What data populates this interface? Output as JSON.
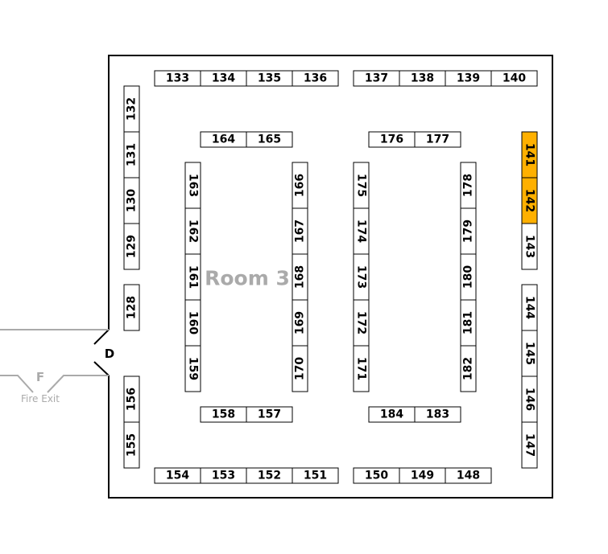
{
  "room": {
    "label": "Room 3"
  },
  "door": {
    "label": "D"
  },
  "fire_exit": {
    "letter": "F",
    "label": "Fire Exit"
  },
  "colors": {
    "highlight": "#FFB000",
    "wall": "#000000",
    "muted": "#AAAAAA"
  },
  "highlighted_booths": [
    "141",
    "142"
  ],
  "booth_groups": {
    "top_left": [
      "133",
      "134",
      "135",
      "136"
    ],
    "top_right": [
      "137",
      "138",
      "139",
      "140"
    ],
    "left_upper": [
      "132",
      "131",
      "130",
      "129"
    ],
    "left_mid": [
      "128"
    ],
    "left_lower": [
      "156",
      "155"
    ],
    "bottom_left": [
      "154",
      "153",
      "152",
      "151"
    ],
    "bottom_right": [
      "150",
      "149",
      "148"
    ],
    "right_upper": [
      "141",
      "142",
      "143"
    ],
    "right_lower": [
      "144",
      "145",
      "146",
      "147"
    ],
    "inner_top_left": [
      "164",
      "165"
    ],
    "inner_top_right": [
      "176",
      "177"
    ],
    "inner_bottom_left": [
      "158",
      "157"
    ],
    "inner_bottom_right": [
      "184",
      "183"
    ],
    "col_a": [
      "163",
      "162",
      "161",
      "160",
      "159"
    ],
    "col_b": [
      "166",
      "167",
      "168",
      "169",
      "170"
    ],
    "col_c": [
      "175",
      "174",
      "173",
      "172",
      "171"
    ],
    "col_d": [
      "178",
      "179",
      "180",
      "181",
      "182"
    ]
  }
}
